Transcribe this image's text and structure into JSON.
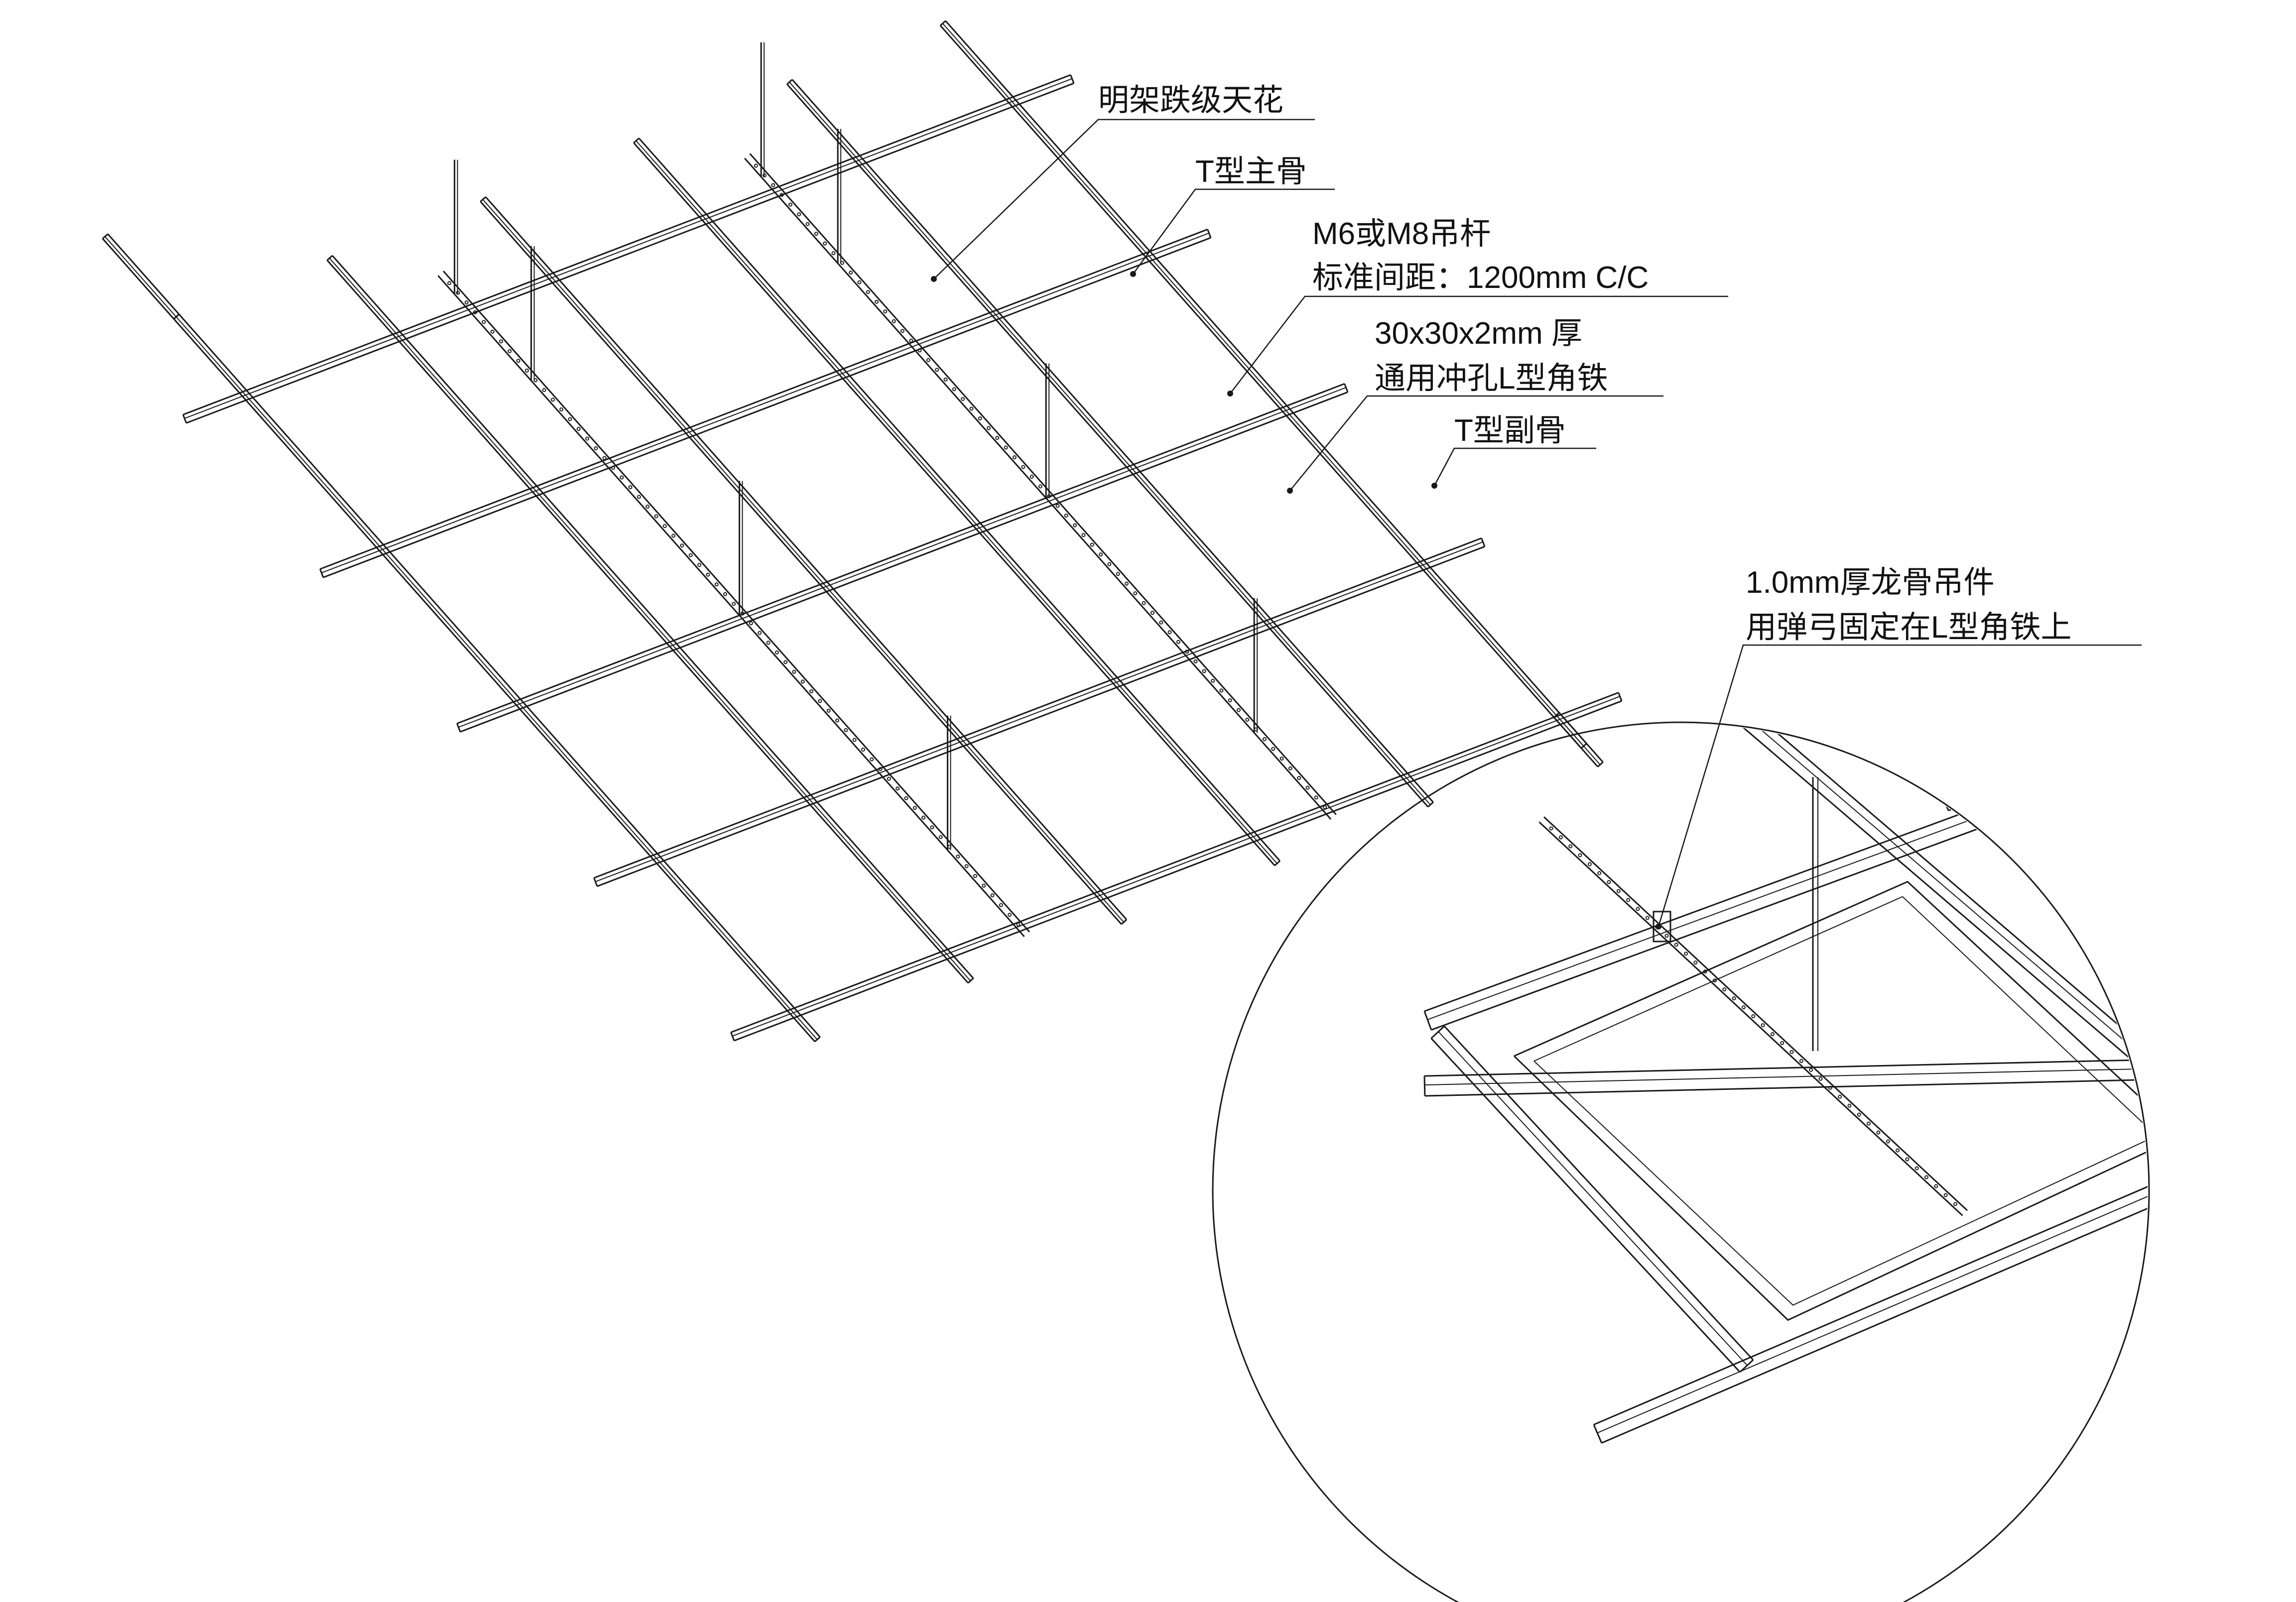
{
  "labels": {
    "open_frame_ceiling": "明架跌级天花",
    "t_main_runner": "T型主骨",
    "hanger_rod_line1": "M6或M8吊杆",
    "hanger_rod_line2": "标准间距：1200mm C/C",
    "angle_iron_line1": "30x30x2mm 厚",
    "angle_iron_line2": "通用冲孔L型角铁",
    "t_cross_tee": "T型副骨",
    "hanger_clip_line1": "1.0mm厚龙骨吊件",
    "hanger_clip_line2": "用弹弓固定在L型角铁上"
  },
  "colors": {
    "line": "#1a1a1a",
    "background": "#ffffff"
  }
}
